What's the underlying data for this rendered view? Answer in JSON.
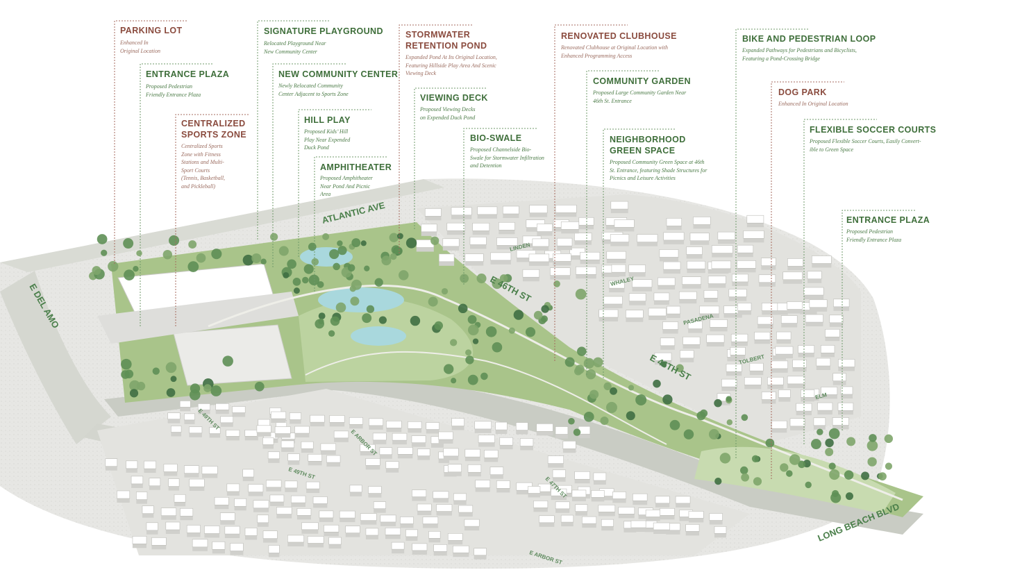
{
  "colors": {
    "green_label": "#3e6e3a",
    "brown_label": "#8a4b3e",
    "park_green": "#a9c48a",
    "water": "#a9d8dd",
    "building": "#ffffff",
    "ground": "#e6e6e3"
  },
  "annotations": [
    {
      "id": "parking-lot",
      "title": "PARKING LOT",
      "desc": "Enhanced In\nOriginal Location",
      "tone": "brown"
    },
    {
      "id": "entrance-plaza-west",
      "title": "ENTRANCE PLAZA",
      "desc": "Proposed Pedestrian\nFriendly Entrance Plaza",
      "tone": "green"
    },
    {
      "id": "centralized-sports-zone",
      "title": "CENTRALIZED\nSPORTS ZONE",
      "desc": "Centralized Sports\nZone with Fitness\nStations and Multi-\nSport Courts\n(Tennis, Basketball,\nand Pickleball)",
      "tone": "brown"
    },
    {
      "id": "signature-playground",
      "title": "SIGNATURE PLAYGROUND",
      "desc": "Relocated Playground Near\nNew Community Center",
      "tone": "green"
    },
    {
      "id": "new-community-center",
      "title": "NEW COMMUNITY CENTER",
      "desc": "Newly Relocated Community\nCenter Adjacent to Sports Zone",
      "tone": "green"
    },
    {
      "id": "hill-play",
      "title": "HILL PLAY",
      "desc": "Proposed Kids’ Hill\nPlay Near Expended\nDuck Pond",
      "tone": "green"
    },
    {
      "id": "amphitheater",
      "title": "AMPHITHEATER",
      "desc": "Proposed Amphitheater\nNear Pond And Picnic\nArea",
      "tone": "green"
    },
    {
      "id": "stormwater-retention-pond",
      "title": "STORMWATER\nRETENTION POND",
      "desc": "Expanded Pond At Its Original Location,\nFeaturing Hillside Play Area And Scenic\nViewing Deck",
      "tone": "brown"
    },
    {
      "id": "viewing-deck",
      "title": "VIEWING DECK",
      "desc": "Proposed Viewing Decks\non Expended Duck Pond",
      "tone": "green"
    },
    {
      "id": "bio-swale",
      "title": "BIO-SWALE",
      "desc": "Proposed Channelside Bio-\nSwale for Stormwater Infiltration\nand Detention",
      "tone": "green"
    },
    {
      "id": "renovated-clubhouse",
      "title": "RENOVATED CLUBHOUSE",
      "desc": "Renovated Clubhouse at Original Location with\nEnhanced Programming Access",
      "tone": "brown"
    },
    {
      "id": "community-garden",
      "title": "COMMUNITY GARDEN",
      "desc": "Proposed Large Community Garden Near\n46th St. Entrance",
      "tone": "green"
    },
    {
      "id": "neighborhood-green-space",
      "title": "NEIGHBORHOOD\nGREEN SPACE",
      "desc": "Proposed Community Green Space at 46th\nSt. Entrance, featuring Shade Structures for\nPicnics and Leisure Activities",
      "tone": "green"
    },
    {
      "id": "bike-pedestrian-loop",
      "title": "BIKE AND PEDESTRIAN LOOP",
      "desc": "Expanded Pathways for Pedestrians and Bicyclists,\nFeaturing a Pond-Crossing Bridge",
      "tone": "green"
    },
    {
      "id": "dog-park",
      "title": "DOG PARK",
      "desc": "Enhanced In Original Location",
      "tone": "brown"
    },
    {
      "id": "flexible-soccer-courts",
      "title": "FLEXIBLE SOCCER COURTS",
      "desc": "Proposed Flexible Soccer Courts, Easily Convert-\nible to Green Space",
      "tone": "green"
    },
    {
      "id": "entrance-plaza-east",
      "title": "ENTRANCE PLAZA",
      "desc": "Proposed Pedestrian\nFriendly Entrance Plaza",
      "tone": "green"
    }
  ],
  "streets": {
    "atlantic_ave": "ATLANTIC AVE",
    "e_del_amo": "E DEL AMO",
    "e_46th_st_north": "E 46TH ST",
    "e_46th_st_south": "E 46TH ST",
    "long_beach_blvd": "LONG BEACH BLVD",
    "linden": "LINDEN",
    "whaley": "WHALEY",
    "pasadena": "PASADENA",
    "tolbert": "TOLBERT",
    "elm": "ELM",
    "e_49th_st_a": "E 49TH ST",
    "e_49th_st_b": "E 49TH ST",
    "e_arbor_st_a": "E ARBOR ST",
    "e_arbor_st_b": "E ARBOR ST",
    "e_47th_st": "E 47TH ST"
  }
}
